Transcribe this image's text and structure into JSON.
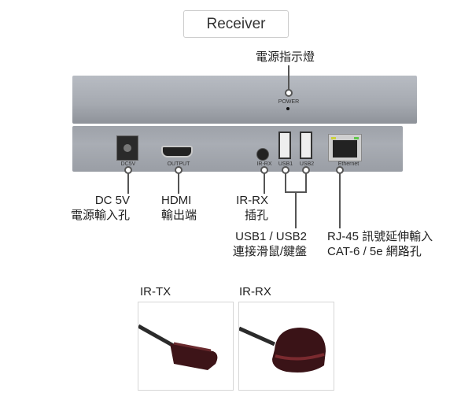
{
  "title": "Receiver",
  "power_indicator_label": "電源指示燈",
  "device": {
    "power_label": "POWER",
    "ports": {
      "dc": "DC5V",
      "hdmi": "OUTPUT",
      "ir": "IR-RX",
      "usb1": "USB1",
      "usb2": "USB2",
      "ethernet": "Ethernet"
    }
  },
  "callouts": {
    "dc": {
      "line1": "DC 5V",
      "line2": "電源輸入孔"
    },
    "hdmi": {
      "line1": "HDMI",
      "line2": "輸出端"
    },
    "ir": {
      "line1": "IR-RX",
      "line2": "插孔"
    },
    "usb": {
      "line1": "USB1 / USB2",
      "line2": "連接滑鼠/鍵盤"
    },
    "ethernet": {
      "line1": "RJ-45 訊號延伸輸入",
      "line2": "CAT-6 / 5e 網路孔"
    }
  },
  "accessories": [
    {
      "label": "IR-TX"
    },
    {
      "label": "IR-RX"
    }
  ]
}
